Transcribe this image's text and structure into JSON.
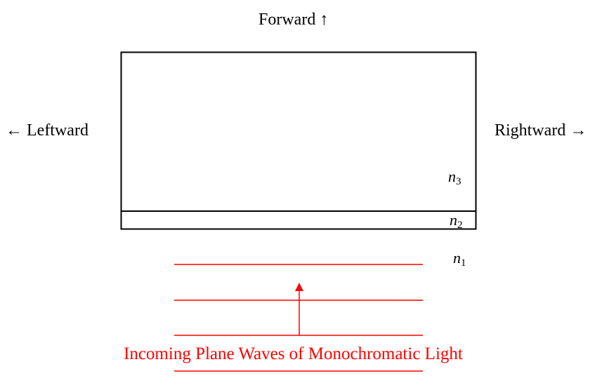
{
  "directions": {
    "forward": "Forward ↑",
    "leftward": "← Leftward",
    "rightward": "Rightward →"
  },
  "media": [
    {
      "symbol": "n",
      "subscript": "3"
    },
    {
      "symbol": "n",
      "subscript": "2"
    },
    {
      "symbol": "n",
      "subscript": "1"
    }
  ],
  "caption": "Incoming Plane Waves of Monochromatic Light",
  "colors": {
    "wave": "#ff0000",
    "outline": "#000000"
  }
}
